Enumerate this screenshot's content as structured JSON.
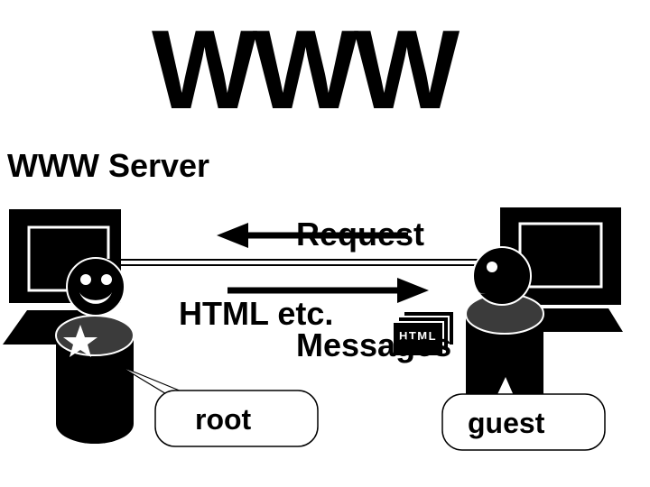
{
  "diagram": {
    "title": "WWW",
    "background_color": "#ffffff",
    "ink_color": "#000000",
    "shoulder_color": "#3b3b3b",
    "labels": {
      "server": "WWW Server",
      "request_messages_line1": "Request",
      "request_messages_line2": "Messages",
      "html_etc": "HTML etc."
    },
    "nodes": [
      {
        "id": "server",
        "callout": "root",
        "face": "smiley-front",
        "badge": "star",
        "computer": "desktop-monitor-left"
      },
      {
        "id": "client",
        "callout": "guest",
        "face": "smiley-profile",
        "badge": "none",
        "computer": "desktop-monitor-right"
      }
    ],
    "file_icon": {
      "label": "HTML",
      "stack_count": 3
    },
    "arrows": [
      {
        "name": "request-arrow",
        "direction": "left",
        "label": "Request Messages"
      },
      {
        "name": "response-arrow",
        "direction": "right",
        "label": "HTML etc."
      }
    ],
    "connection": {
      "name": "network-cable",
      "style": "double-line"
    }
  }
}
